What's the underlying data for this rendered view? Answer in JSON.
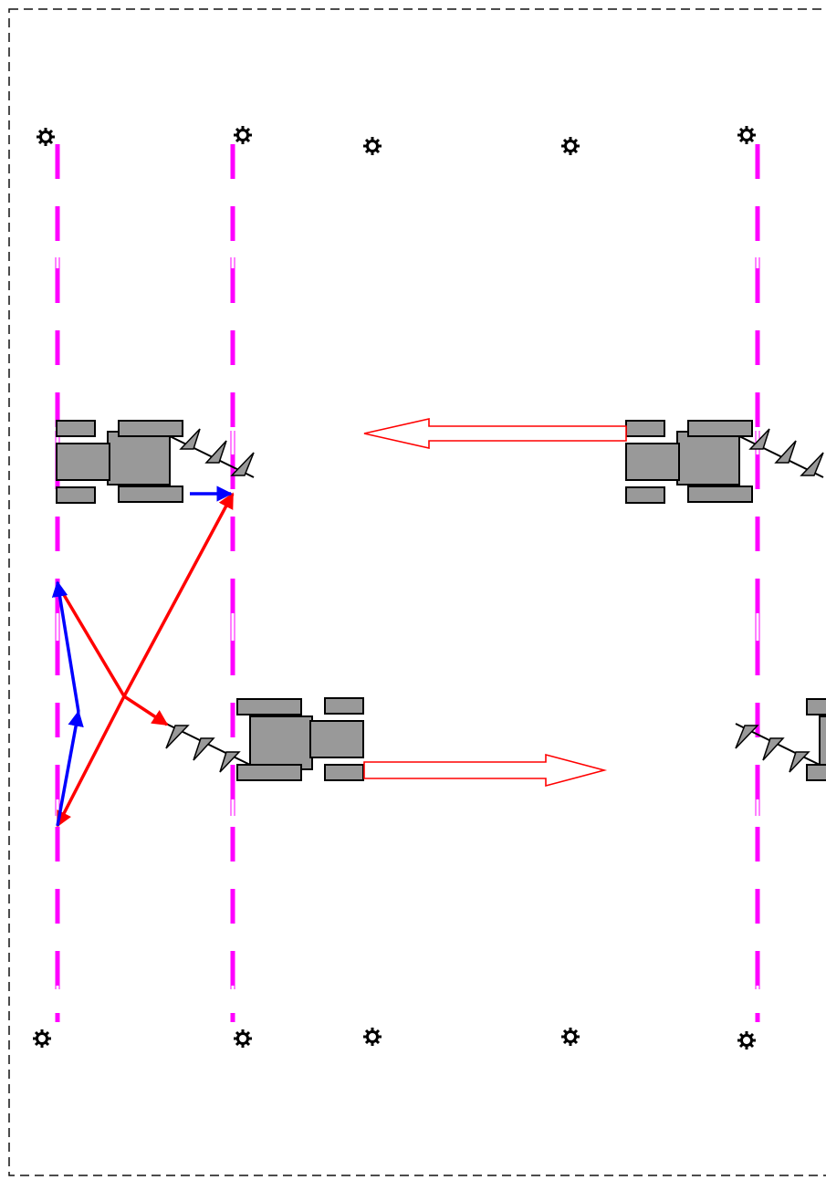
{
  "diagram": {
    "type": "field-operation-schematic",
    "colors": {
      "background": "#ffffff",
      "border": "#111111",
      "guide_line": "#ff00ff",
      "tractor_fill": "#999999",
      "tractor_stroke": "#000000",
      "travel_arrow": "#ff0000",
      "vector_red": "#ff0000",
      "vector_blue": "#0000ff"
    },
    "icons": {
      "marker": "gear-icon",
      "vehicle": "tractor-with-disc-implement",
      "travel": "hollow-arrow"
    },
    "guide_line_count": 3,
    "marker_count": 10,
    "tractor_count": 4,
    "travel_directions": [
      "left",
      "right"
    ],
    "text": []
  }
}
